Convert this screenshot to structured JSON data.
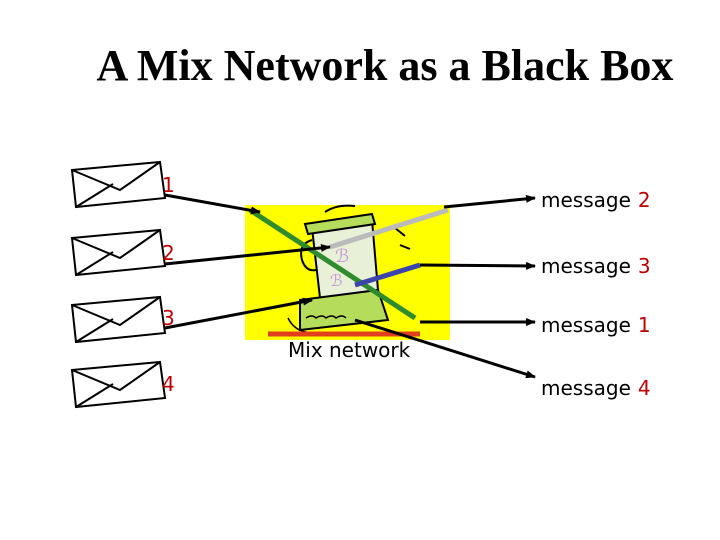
{
  "title": "A Mix Network as a Black Box",
  "inputs": [
    "1",
    "2",
    "3",
    "4"
  ],
  "mix_label": "Mix network",
  "output_word": "message",
  "outputs": [
    "2",
    "3",
    "1",
    "4"
  ],
  "colors": {
    "number_red": "#c00000",
    "box_yellow": "#ffff00",
    "arrow": "#000000",
    "envelope_fill": "#ffffff",
    "blender_green": "#b5dd5b",
    "line_green": "#2e8b2e",
    "line_blue": "#3b44aa",
    "line_red": "#e2401c"
  },
  "icons": [
    "envelope-icon",
    "blender-icon",
    "arrow-icon"
  ]
}
